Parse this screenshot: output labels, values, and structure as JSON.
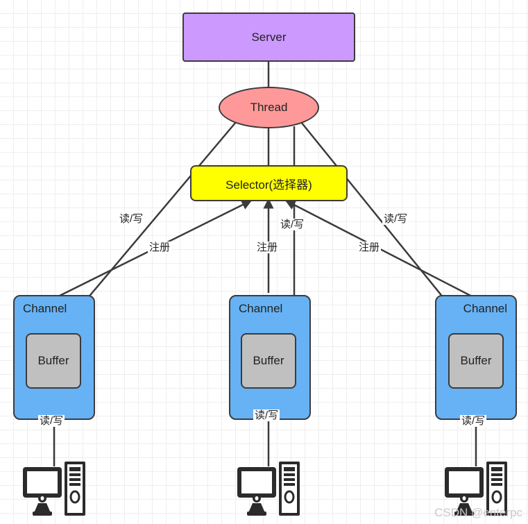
{
  "diagram": {
    "title": "NIO Server Selector Channel Buffer Diagram",
    "colors": {
      "server_fill": "#cc99ff",
      "thread_fill": "#ff9999",
      "selector_fill": "#ffff00",
      "channel_fill": "#66b2f5",
      "buffer_fill": "#c0c0c0",
      "stroke": "#3b3b3b",
      "grid": "#eeeeee",
      "background": "#ffffff",
      "watermark": "#c8c8c8"
    },
    "nodes": {
      "server": {
        "label": "Server"
      },
      "thread": {
        "label": "Thread"
      },
      "selector": {
        "label": "Selector(选择器)"
      },
      "channels": [
        {
          "label": "Channel",
          "buffer_label": "Buffer"
        },
        {
          "label": "Channel",
          "buffer_label": "Buffer"
        },
        {
          "label": "Channel",
          "buffer_label": "Buffer"
        }
      ]
    },
    "edge_labels": {
      "rw_left": "读/写",
      "register_left": "注册",
      "rw_center": "读/写",
      "register_center": "注册",
      "rw_right": "读/写",
      "register_right": "注册",
      "rw_bottom_left": "读/写",
      "rw_bottom_center": "读/写",
      "rw_bottom_right": "读/写"
    },
    "icons": {
      "pc_left": "desktop-computer-icon",
      "pc_center": "desktop-computer-icon",
      "pc_right": "desktop-computer-icon"
    },
    "watermark": "CSDN @enterpc"
  }
}
